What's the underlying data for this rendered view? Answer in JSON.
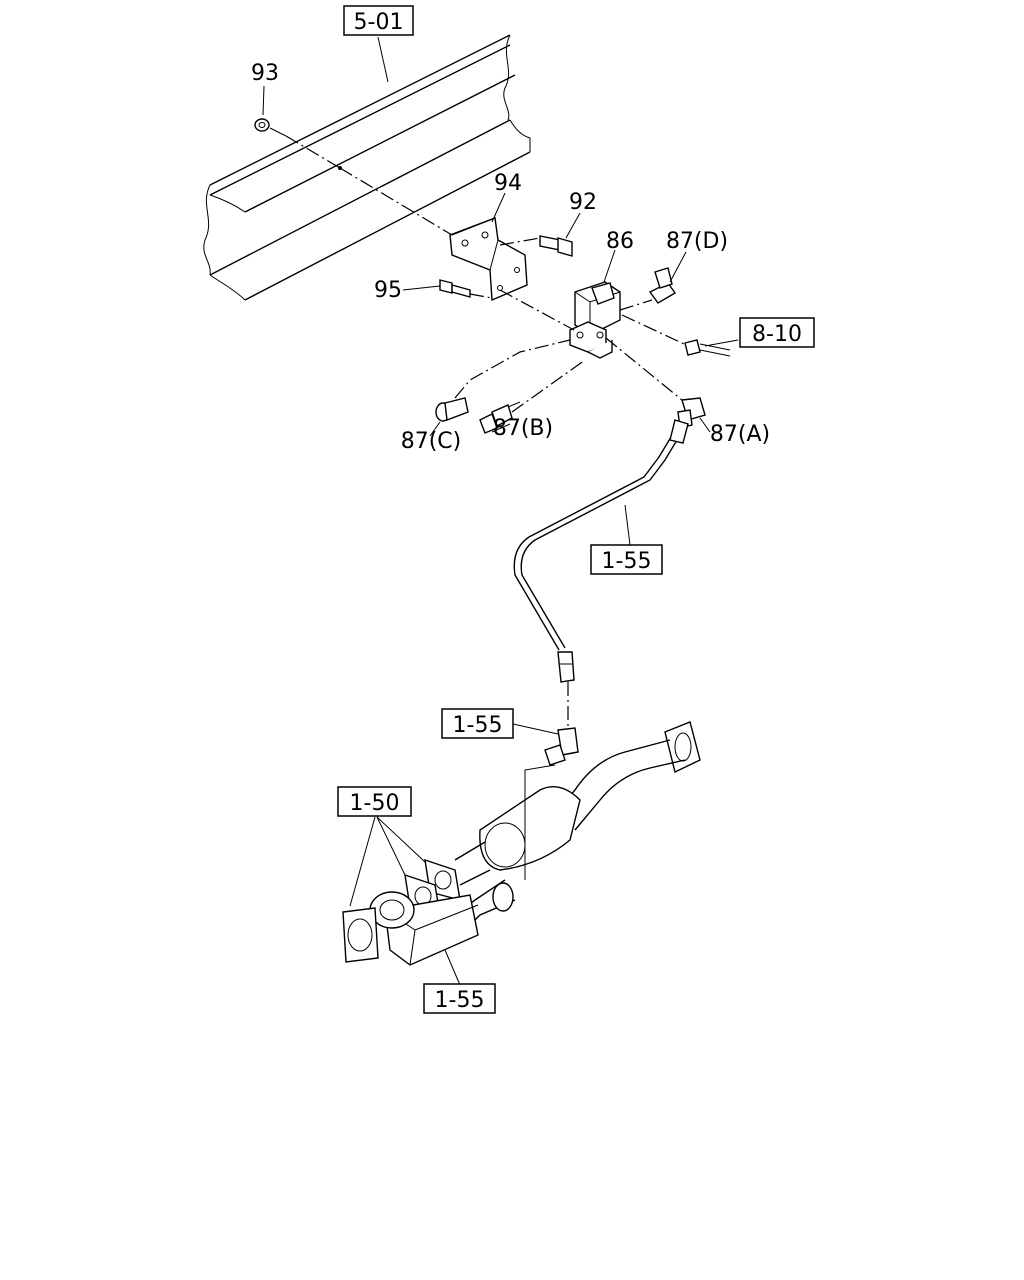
{
  "refs": {
    "r501": "5-01",
    "r810": "8-10",
    "r155a": "1-55",
    "r155b": "1-55",
    "r150": "1-50",
    "r155c": "1-55"
  },
  "parts": {
    "p93": "93",
    "p94": "94",
    "p92": "92",
    "p86": "86",
    "p87d": "87(D)",
    "p95": "95",
    "p87c": "87(C)",
    "p87b": "87(B)",
    "p87a": "87(A)"
  }
}
